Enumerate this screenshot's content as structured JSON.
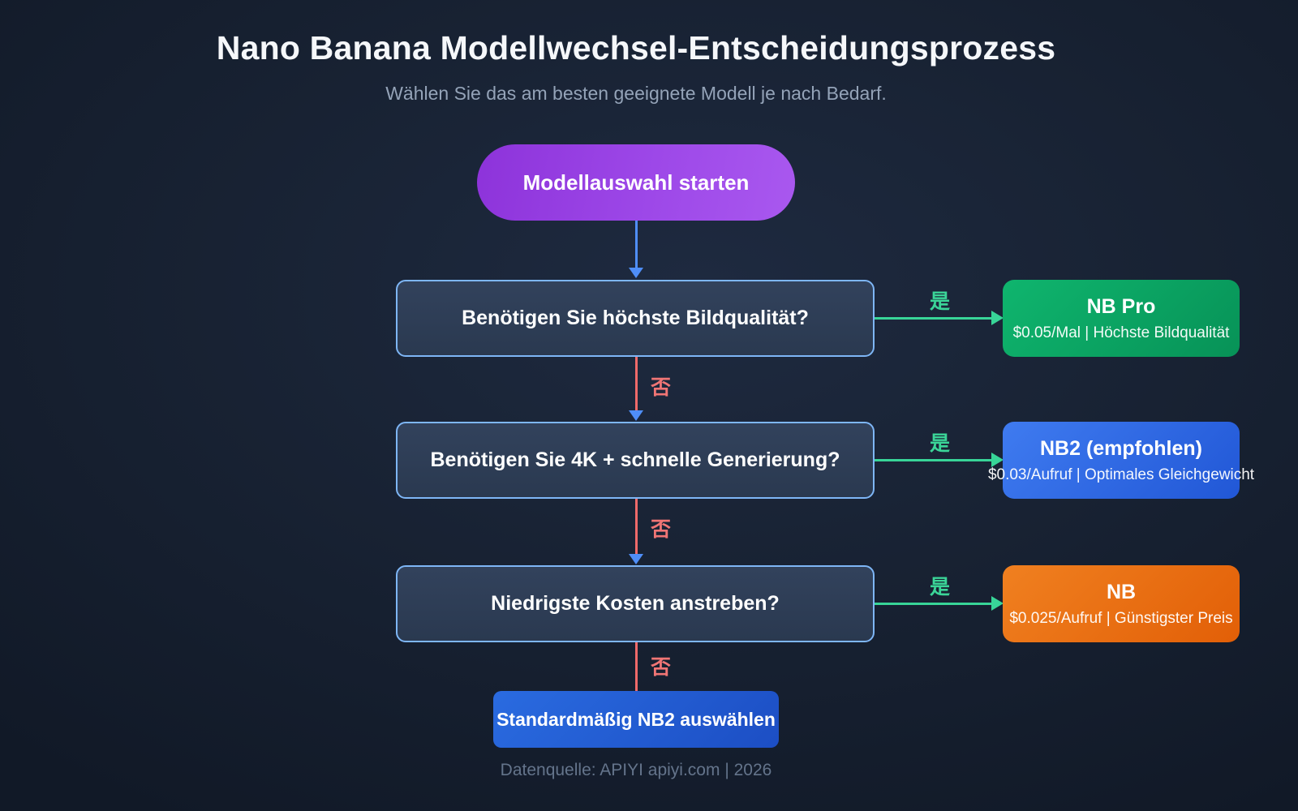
{
  "page": {
    "title": "Nano Banana Modellwechsel-Entscheidungsprozess",
    "subtitle": "Wählen Sie das am besten geeignete Modell je nach Bedarf.",
    "footer": "Datenquelle: APIYI apiyi.com | 2026"
  },
  "flow": {
    "start": {
      "label": "Modellauswahl starten"
    },
    "decisions": [
      {
        "question": "Benötigen Sie höchste Bildqualität?",
        "yes_label": "是",
        "no_label": "否",
        "result": {
          "title": "NB Pro",
          "subtitle": "$0.05/Mal | Höchste Bildqualität",
          "color": "#0fb56e"
        }
      },
      {
        "question": "Benötigen Sie 4K + schnelle Generierung?",
        "yes_label": "是",
        "no_label": "否",
        "result": {
          "title": "NB2 (empfohlen)",
          "subtitle": "$0.03/Aufruf | Optimales Gleichgewicht",
          "color": "#2f68e2"
        }
      },
      {
        "question": "Niedrigste Kosten anstreben?",
        "yes_label": "是",
        "no_label": "否",
        "result": {
          "title": "NB",
          "subtitle": "$0.025/Aufruf | Günstigster Preis",
          "color": "#e8700f"
        }
      }
    ],
    "default": {
      "label": "Standardmäßig NB2 auswählen"
    }
  },
  "colors": {
    "background": "#16202f",
    "start_node": "#9d48e8",
    "decision_border": "#7eb6f6",
    "decision_fill": "#2e3e55",
    "yes_arrow": "#38d598",
    "no_line": "#ef6a6a",
    "down_arrowhead": "#4f8ef8",
    "default_node": "#2157d6"
  }
}
